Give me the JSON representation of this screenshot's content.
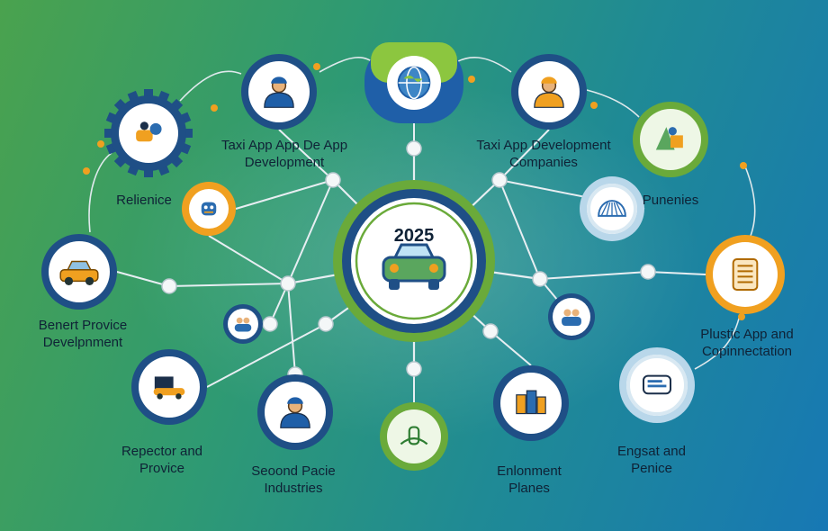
{
  "center": {
    "year": "2025",
    "icon": "car-icon"
  },
  "nodes": [
    {
      "id": "globe",
      "icon": "globe-icon",
      "style": "green-pod",
      "lines": []
    },
    {
      "id": "worker-top-left",
      "icon": "worker-icon",
      "style": "blue-ring",
      "lines": [
        "Taxi App App De App",
        "Development"
      ]
    },
    {
      "id": "worker-top-right",
      "icon": "engineer-icon",
      "style": "blue-ring",
      "lines": [
        "Taxi App Development",
        "Companies"
      ]
    },
    {
      "id": "gear",
      "icon": "gear-icon",
      "style": "gear",
      "lines": [
        "Relienice"
      ]
    },
    {
      "id": "green-tools",
      "icon": "tools-icon",
      "style": "green-ring",
      "lines": []
    },
    {
      "id": "robot",
      "icon": "robot-icon",
      "style": "orange-ring",
      "lines": []
    },
    {
      "id": "dome",
      "icon": "dome-icon",
      "style": "light-ring",
      "lines": [
        "Punenies"
      ]
    },
    {
      "id": "car-left",
      "icon": "car-icon",
      "style": "blue-ring",
      "lines": [
        "Benert Provice",
        "Develpnment"
      ]
    },
    {
      "id": "document",
      "icon": "document-icon",
      "style": "orange-ring",
      "lines": [
        "Plustic App and",
        "Copinnectation"
      ]
    },
    {
      "id": "people-small-left",
      "icon": "people-icon",
      "style": "small-ring",
      "lines": []
    },
    {
      "id": "people-small-right",
      "icon": "people-icon",
      "style": "small-ring",
      "lines": []
    },
    {
      "id": "truck",
      "icon": "truck-icon",
      "style": "blue-ring",
      "lines": [
        "Repector and",
        "Provice"
      ]
    },
    {
      "id": "person-mid",
      "icon": "person-icon",
      "style": "blue-ring",
      "lines": [
        "Seoond Pacie",
        "Industries"
      ]
    },
    {
      "id": "green-bottom",
      "icon": "plant-icon",
      "style": "green-ring",
      "lines": []
    },
    {
      "id": "buildings",
      "icon": "buildings-icon",
      "style": "blue-ring",
      "lines": [
        "Enlonment",
        "Planes"
      ]
    },
    {
      "id": "screen",
      "icon": "screen-icon",
      "style": "light-ring",
      "lines": [
        "Engsat and",
        "Penice"
      ]
    }
  ]
}
